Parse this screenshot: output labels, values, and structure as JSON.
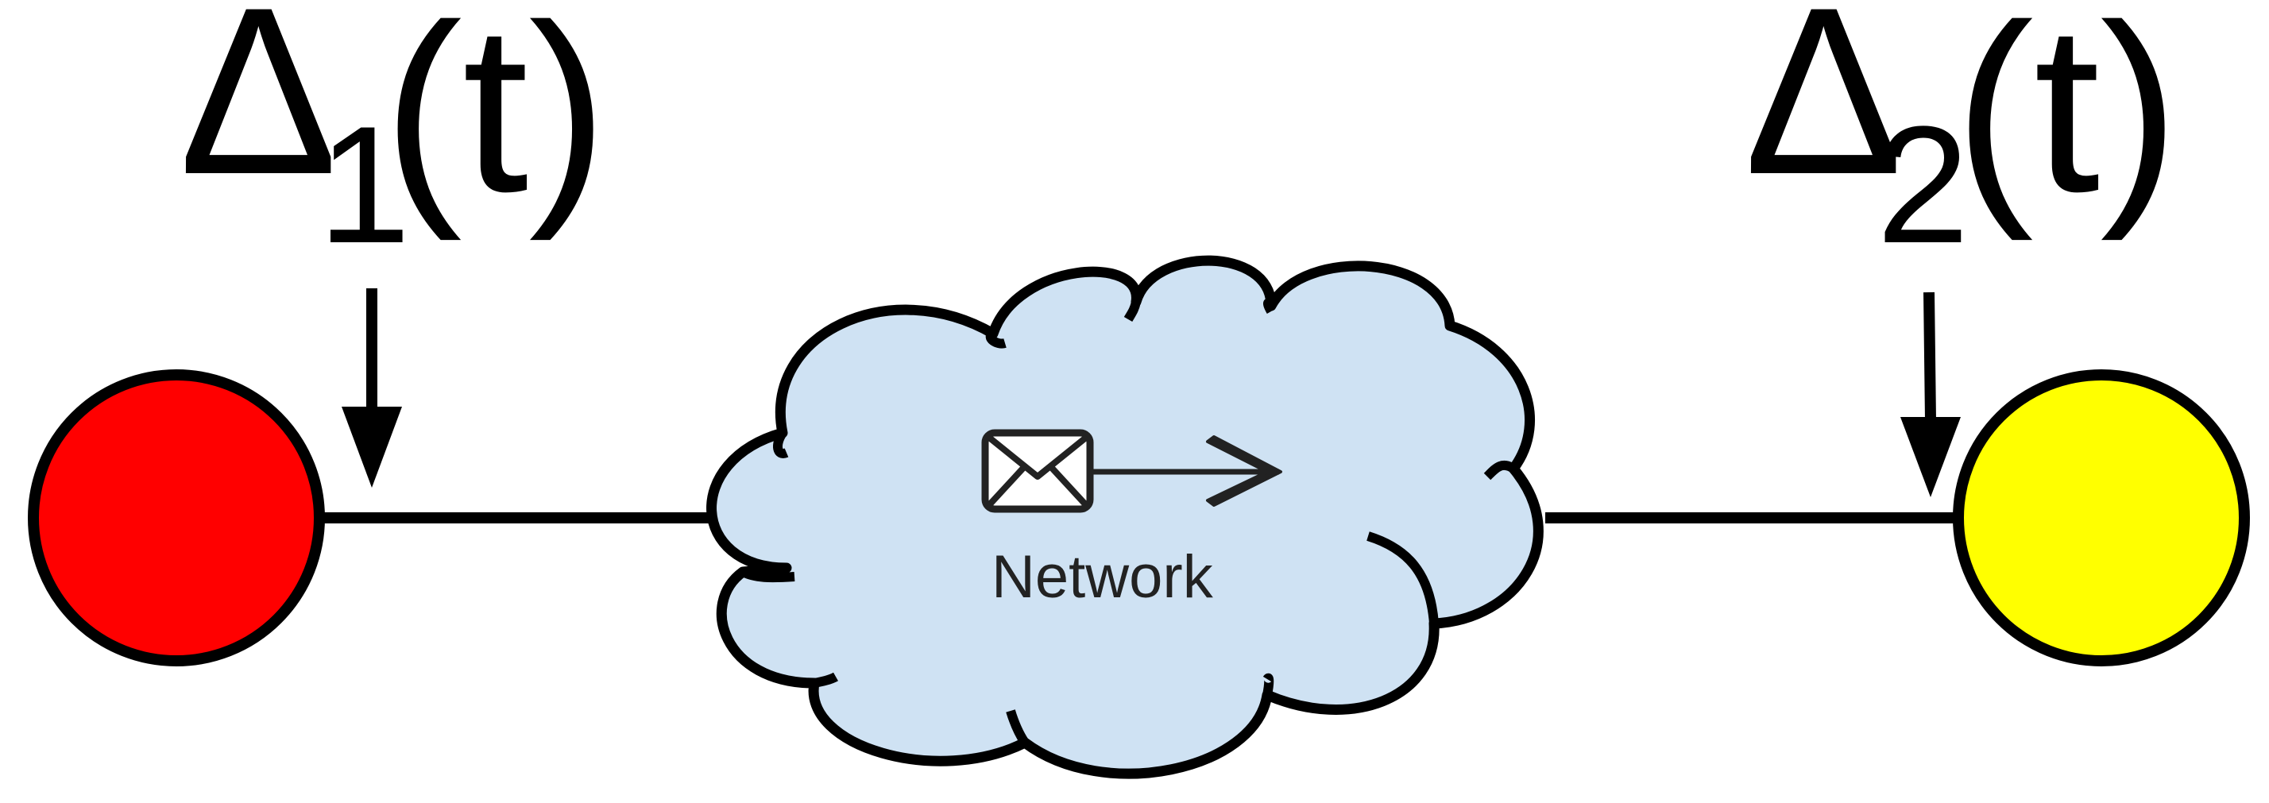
{
  "labels": {
    "left": {
      "symbol": "Δ",
      "subscript": "1",
      "argument": "(t)"
    },
    "right": {
      "symbol": "Δ",
      "subscript": "2",
      "argument": "(t)"
    },
    "network": "Network"
  },
  "icons": {
    "message": "envelope-icon",
    "direction": "right-arrow-icon",
    "network": "cloud-icon"
  },
  "colors": {
    "left_node": "#ff0000",
    "right_node": "#ffff00",
    "cloud_fill": "#cfe2f3",
    "stroke": "#000000"
  }
}
